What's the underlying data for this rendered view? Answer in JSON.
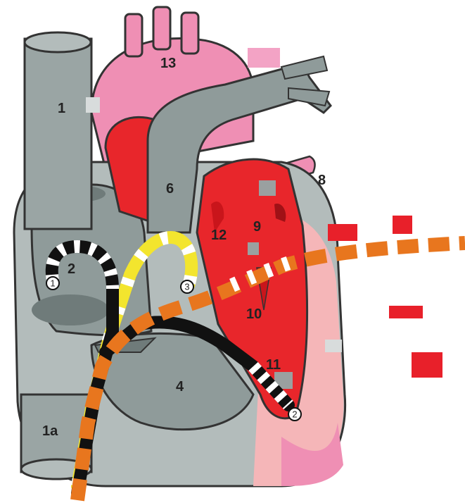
{
  "diagram": {
    "type": "heart cross-section with pacing leads",
    "labels": {
      "l1": "1",
      "l1a": "1a",
      "l2": "2",
      "l4": "4",
      "l6": "6",
      "l8": "8",
      "l9": "9",
      "l10": "10",
      "l11": "11",
      "l12": "12",
      "l13": "13"
    },
    "lead_tips": {
      "t1": "1",
      "t2": "2",
      "t3": "3"
    },
    "colors": {
      "vein_gray": "#9aa5a4",
      "dark_gray": "#7e8b8a",
      "artery_pink": "#ef8fb4",
      "red_chamber": "#e8262b",
      "light_red": "#f5b6b8",
      "lead_black": "#111111",
      "lead_yellow": "#f3e52e",
      "lead_orange": "#e8761e",
      "marker_red": "#e8202a"
    }
  }
}
